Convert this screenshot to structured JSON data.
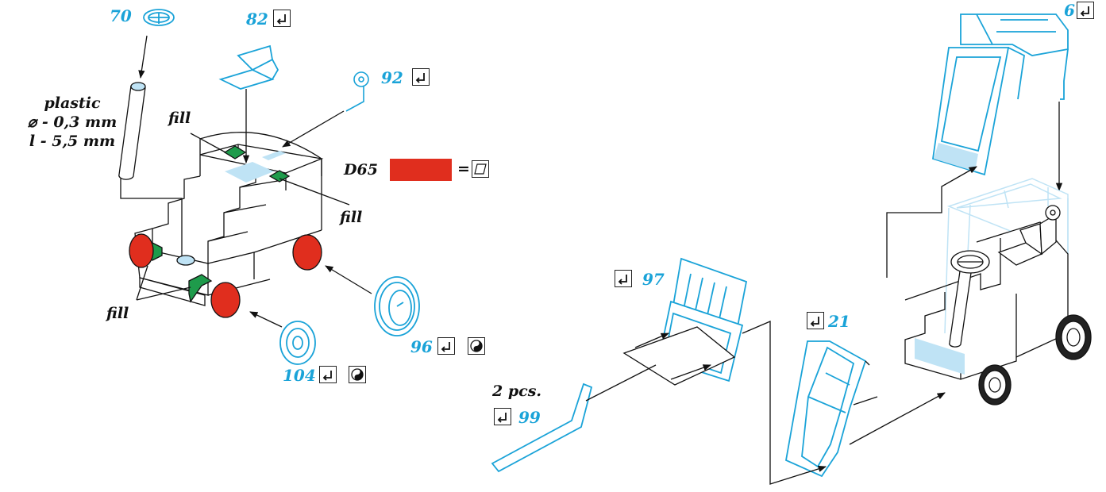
{
  "parts": {
    "p70": "70",
    "p82": "82",
    "p92": "92",
    "p96": "96",
    "p104": "104",
    "p6": "6",
    "p97": "97",
    "p99": "99",
    "p21": "21"
  },
  "notes": {
    "fill": "fill",
    "plastic": "plastic",
    "diameter": "⌀ - 0,3 mm",
    "length": "l - 5,5 mm",
    "paint_code": "D65",
    "equals": "=",
    "pieces": "2 pcs."
  },
  "colors": {
    "part_blue": "#1aa3d8",
    "paint_red": "#e02e1e",
    "fill_green": "#1e9b4b",
    "light_blue": "#bfe3f5",
    "line": "#111111"
  },
  "icons": {
    "fold": "fold-arrow-icon",
    "glue": "glue-yin-yang-icon",
    "surface": "paper-surface-icon"
  }
}
